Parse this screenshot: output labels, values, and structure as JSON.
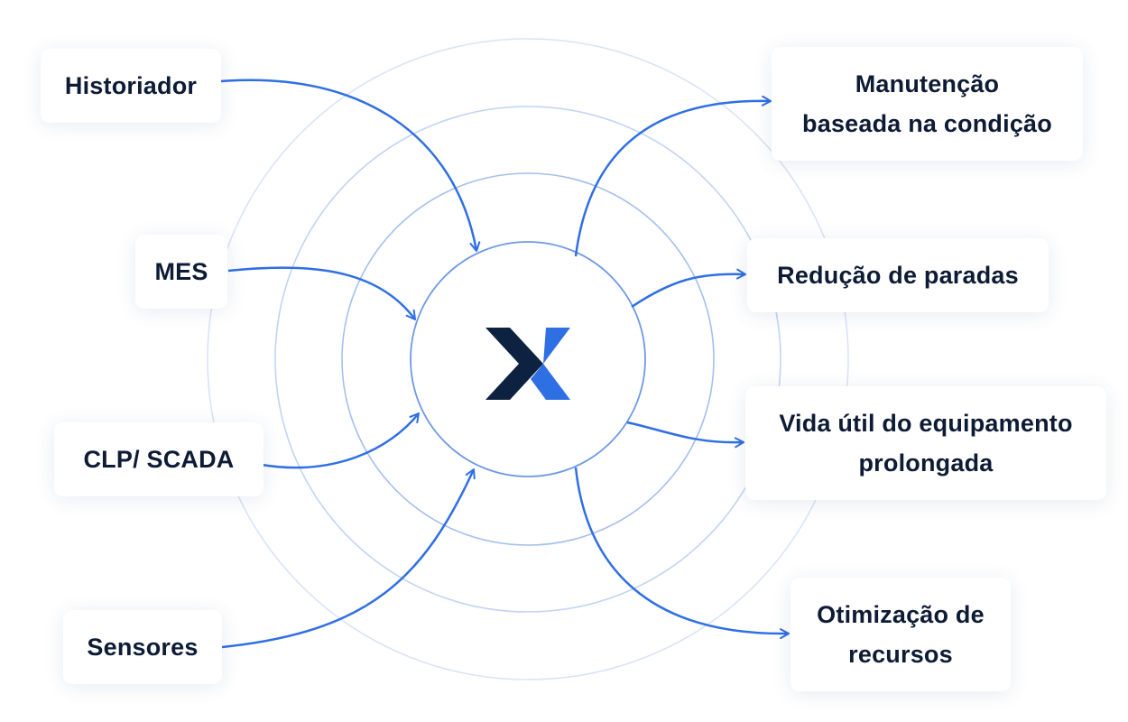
{
  "inputs": [
    {
      "key": "historiador",
      "label": "Historiador"
    },
    {
      "key": "mes",
      "label": "MES"
    },
    {
      "key": "clp",
      "label": "CLP/ SCADA"
    },
    {
      "key": "sensores",
      "label": "Sensores"
    }
  ],
  "outputs": [
    {
      "key": "manutencao",
      "label": "Manutenção\nbaseada na condição"
    },
    {
      "key": "reducao",
      "label": "Redução de paradas"
    },
    {
      "key": "vida",
      "label": "Vida útil do equipamento\nprolongada"
    },
    {
      "key": "otimizacao",
      "label": "Otimização de\nrecursos"
    }
  ],
  "colors": {
    "arrow": "#2f6fe4",
    "logo_dark": "#0d2140",
    "logo_blue": "#2f6fe4",
    "text": "#0d1b35"
  },
  "logo": {
    "icon": "x-logo-icon"
  }
}
